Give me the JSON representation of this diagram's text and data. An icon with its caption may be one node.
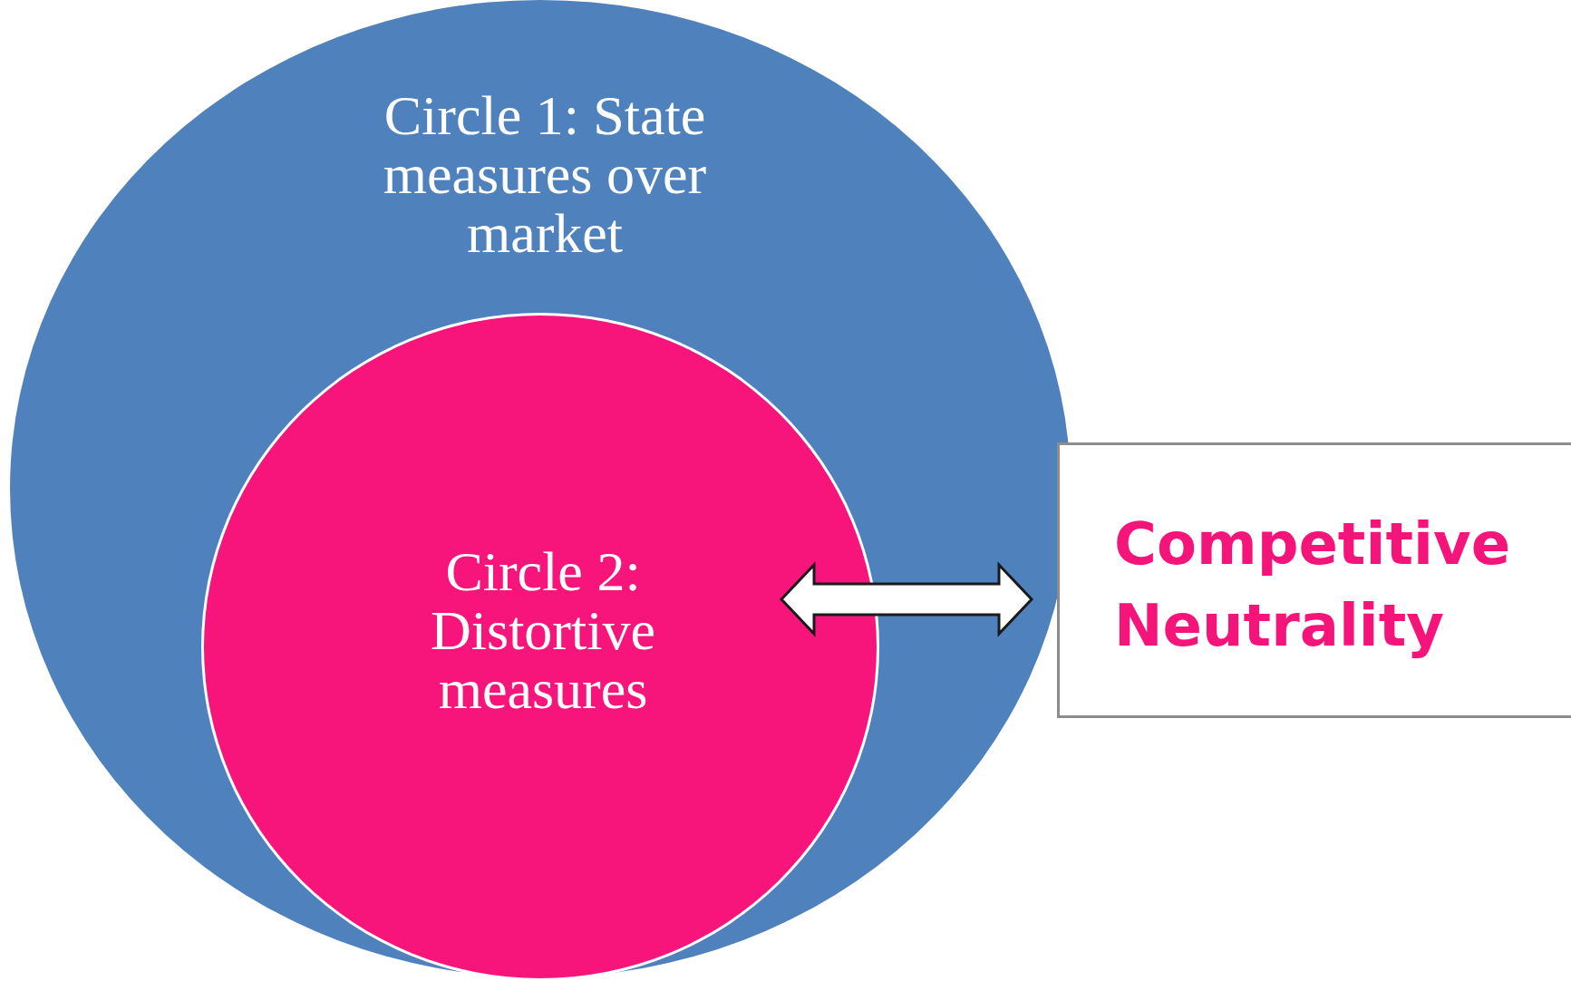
{
  "diagram": {
    "nodes": [
      {
        "text": [
          "Circle 1: State measures over market"
        ]
      },
      {
        "text": [
          "Circle 2: Distortive measures"
        ],
        "in": 0
      },
      {
        "text": [
          "Competitive Neutrality"
        ]
      }
    ],
    "edges": [
      {
        "from": 1,
        "to": 2,
        "arrow": "both",
        "style": "thick"
      }
    ]
  }
}
